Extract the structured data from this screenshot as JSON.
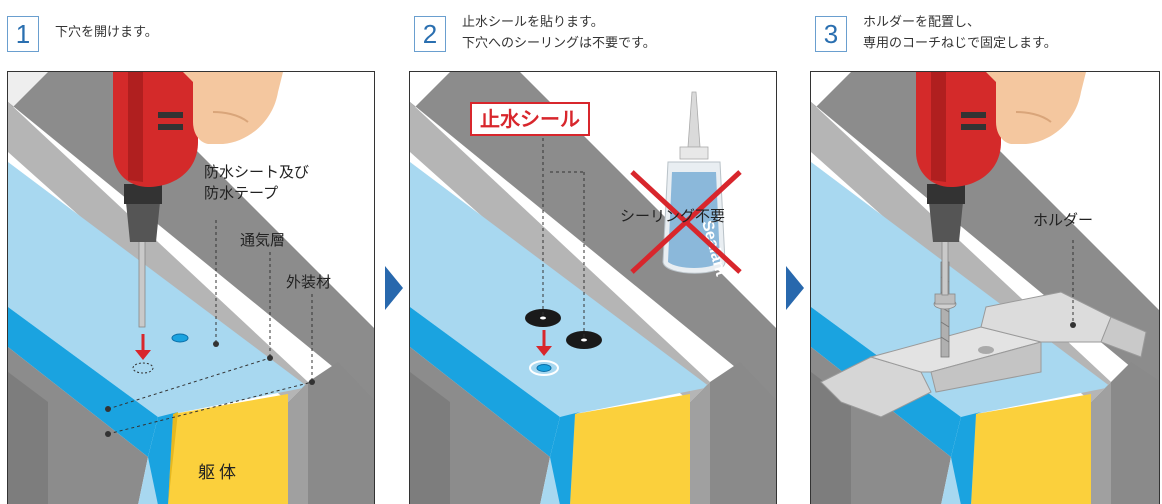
{
  "colors": {
    "step_number": "#2a6fb0",
    "arrow": "#2868ad",
    "waterproof_sheet": "#a8d8f0",
    "waterproof_tape": "#1aa3e0",
    "body_structure": "#fbd03c",
    "exterior": "#9a9a9a",
    "seal_label": "#d8262c",
    "drill": "#d42a2a"
  },
  "steps": [
    {
      "number": "1",
      "lines": [
        "下穴を開けます。"
      ],
      "labels": {
        "waterproof_sheet_1": "防水シート及び",
        "waterproof_sheet_2": "防水テープ",
        "ventilation_layer": "通気層",
        "exterior_material": "外装材",
        "body": "躯体"
      }
    },
    {
      "number": "2",
      "lines": [
        "止水シールを貼ります。",
        "下穴へのシーリングは不要です。"
      ],
      "labels": {
        "water_stop_seal": "止水シール",
        "no_sealing": "シーリング不要",
        "tube_text": "Sealant"
      }
    },
    {
      "number": "3",
      "lines": [
        "ホルダーを配置し、",
        "専用のコーチねじで固定します。"
      ],
      "labels": {
        "holder": "ホルダー"
      }
    }
  ]
}
